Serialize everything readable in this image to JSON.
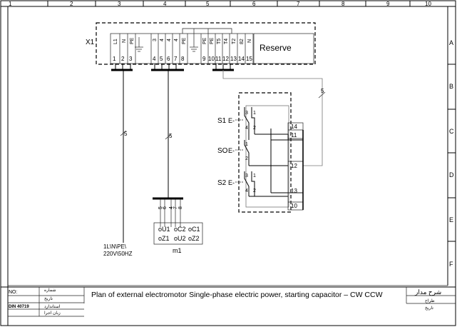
{
  "column_numbers": [
    "1",
    "2",
    "3",
    "4",
    "5",
    "6",
    "7",
    "8",
    "9",
    "10"
  ],
  "row_letters": [
    "A",
    "B",
    "C",
    "D",
    "E",
    "F"
  ],
  "terminal_block": {
    "name": "X1",
    "top_labels": [
      "L1",
      "N",
      "PE",
      "3",
      "4",
      "4",
      "4",
      "PE",
      "PE",
      "PE",
      "T5",
      "T4",
      "T2",
      "82",
      "N"
    ],
    "bottom_numbers": [
      "1",
      "2",
      "3",
      "4",
      "5",
      "6",
      "7",
      "8",
      "9",
      "10",
      "11",
      "12",
      "13",
      "14",
      "15"
    ],
    "reserve_label": "Reserve"
  },
  "cable_marks": [
    "5",
    "5",
    "5"
  ],
  "switches": {
    "s1": "S1",
    "so": "SO",
    "s2": "S2",
    "s1_contacts": [
      "3",
      "1",
      "4",
      "2"
    ],
    "so_contacts": [
      "1",
      "2"
    ],
    "s2_contacts": [
      "3",
      "1",
      "4",
      "2"
    ]
  },
  "output_terminals": [
    "14",
    "11",
    "12",
    "13",
    "10"
  ],
  "motor": {
    "lead_numbers": [
      "5",
      "6",
      "4",
      "7",
      "8"
    ],
    "terminals_top": [
      "oU1",
      "oC2",
      "oC1"
    ],
    "terminals_bottom": [
      "oZ1",
      "oU2",
      "oZ2"
    ],
    "label": "m1"
  },
  "supply": {
    "line1": "1L\\N\\PE\\",
    "line2": "220V\\50HZ"
  },
  "title_block": {
    "no_label": "NO:",
    "din": "DIN 40719",
    "fa_labels": [
      "شماره",
      "تاريخ",
      "استاندارد",
      "زبان اجرا"
    ],
    "title": "Plan of external electromotor Single-phase electric power, starting capacitor – CW  CCW",
    "fa_title": "شرح مدار",
    "fa_labels_right": [
      "طراح",
      "تاريخ"
    ]
  }
}
